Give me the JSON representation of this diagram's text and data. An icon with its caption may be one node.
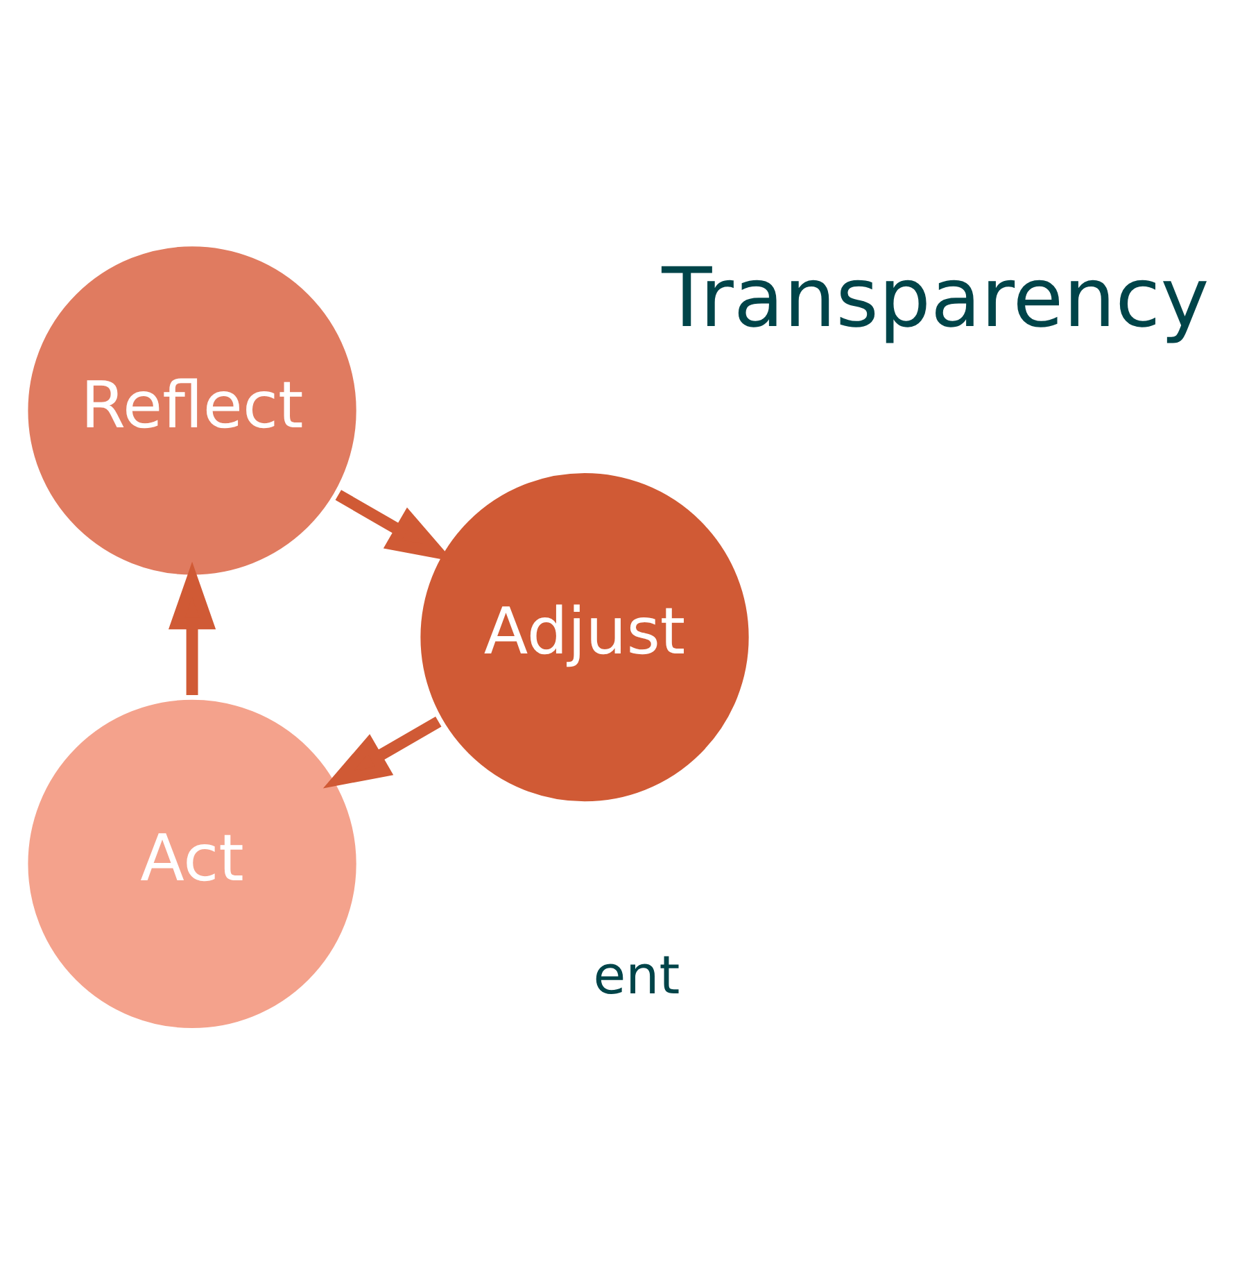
{
  "diagram": {
    "nodes": [
      {
        "text": [
          "Act"
        ]
      },
      {
        "text": [
          "Reflect"
        ]
      },
      {
        "text": [
          "Adjust"
        ]
      }
    ],
    "edges": [
      {
        "from": 0,
        "to": 1,
        "arrow": "to"
      },
      {
        "from": 1,
        "to": 2,
        "arrow": "to"
      },
      {
        "from": 2,
        "to": 0,
        "arrow": "to"
      }
    ],
    "labels": [
      "Transparency",
      "ent"
    ]
  }
}
